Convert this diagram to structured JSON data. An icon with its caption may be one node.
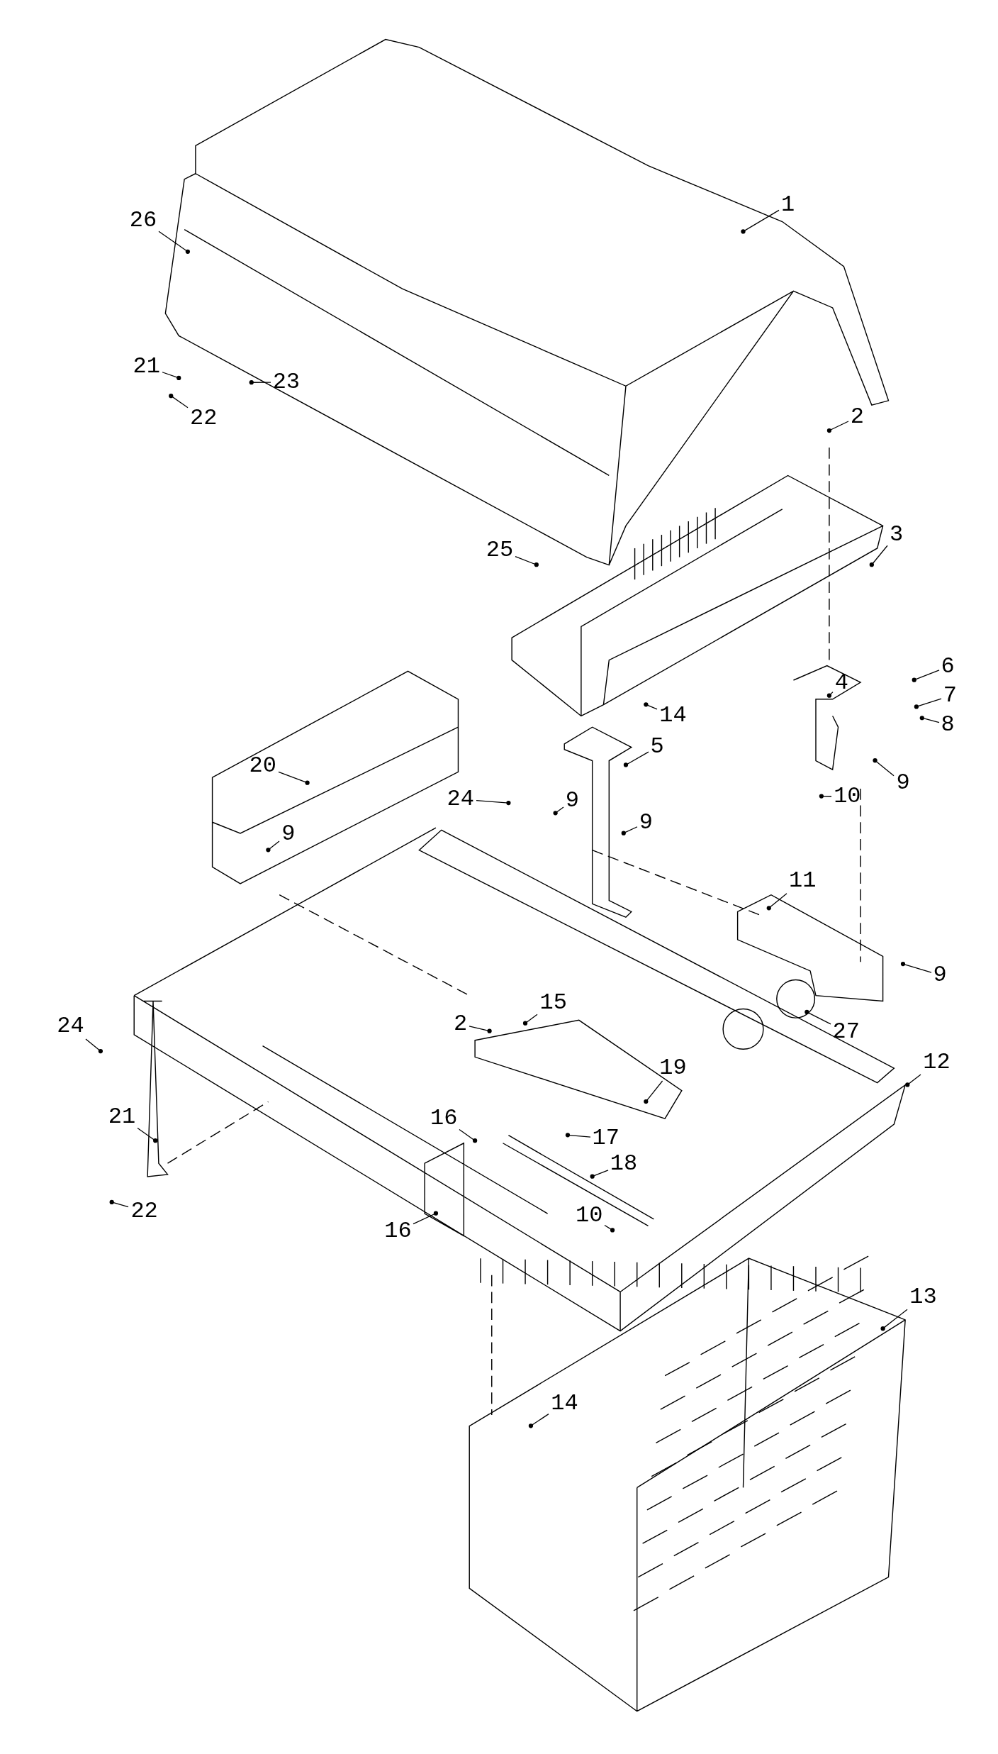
{
  "diagram": {
    "nodes": [
      {
        "text": [
          "1"
        ]
      },
      {
        "text": [
          "26"
        ]
      },
      {
        "text": [
          "21"
        ]
      },
      {
        "text": [
          "23"
        ]
      },
      {
        "text": [
          "22"
        ]
      },
      {
        "text": [
          "2"
        ]
      },
      {
        "text": [
          "25"
        ]
      },
      {
        "text": [
          "3"
        ]
      },
      {
        "text": [
          "14"
        ]
      },
      {
        "text": [
          "4"
        ]
      },
      {
        "text": [
          "6"
        ]
      },
      {
        "text": [
          "7"
        ]
      },
      {
        "text": [
          "8"
        ]
      },
      {
        "text": [
          "9"
        ]
      },
      {
        "text": [
          "10"
        ]
      },
      {
        "text": [
          "20"
        ]
      },
      {
        "text": [
          "5"
        ]
      },
      {
        "text": [
          "24"
        ]
      },
      {
        "text": [
          "9"
        ]
      },
      {
        "text": [
          "9"
        ]
      },
      {
        "text": [
          "9"
        ]
      },
      {
        "text": [
          "11"
        ]
      },
      {
        "text": [
          "9"
        ]
      },
      {
        "text": [
          "24"
        ]
      },
      {
        "text": [
          "2"
        ]
      },
      {
        "text": [
          "15"
        ]
      },
      {
        "text": [
          "27"
        ]
      },
      {
        "text": [
          "12"
        ]
      },
      {
        "text": [
          "19"
        ]
      },
      {
        "text": [
          "21"
        ]
      },
      {
        "text": [
          "16"
        ]
      },
      {
        "text": [
          "17"
        ]
      },
      {
        "text": [
          "18"
        ]
      },
      {
        "text": [
          "16"
        ]
      },
      {
        "text": [
          "10"
        ]
      },
      {
        "text": [
          "22"
        ]
      },
      {
        "text": [
          "13"
        ]
      },
      {
        "text": [
          "14"
        ]
      }
    ],
    "edges": [
      {
        "from": 0,
        "to": null,
        "arrow": "other"
      },
      {
        "from": 1,
        "to": null,
        "arrow": "other"
      },
      {
        "from": 2,
        "to": null,
        "arrow": "other"
      },
      {
        "from": 3,
        "to": null,
        "arrow": "other"
      },
      {
        "from": 4,
        "to": null,
        "arrow": "other"
      },
      {
        "from": 5,
        "to": null,
        "arrow": "other"
      },
      {
        "from": 6,
        "to": null,
        "arrow": "other"
      },
      {
        "from": 7,
        "to": null,
        "arrow": "other"
      },
      {
        "from": 8,
        "to": null,
        "arrow": "other"
      },
      {
        "from": 9,
        "to": null,
        "arrow": "other"
      },
      {
        "from": 10,
        "to": null,
        "arrow": "other"
      },
      {
        "from": 11,
        "to": null,
        "arrow": "other"
      },
      {
        "from": 12,
        "to": null,
        "arrow": "other"
      },
      {
        "from": 13,
        "to": null,
        "arrow": "other"
      },
      {
        "from": 14,
        "to": null,
        "arrow": "other"
      },
      {
        "from": 15,
        "to": null,
        "arrow": "other"
      },
      {
        "from": 16,
        "to": null,
        "arrow": "other"
      },
      {
        "from": 17,
        "to": null,
        "arrow": "other"
      },
      {
        "from": 18,
        "to": null,
        "arrow": "other"
      },
      {
        "from": 19,
        "to": null,
        "arrow": "other"
      },
      {
        "from": 20,
        "to": null,
        "arrow": "other"
      },
      {
        "from": 21,
        "to": null,
        "arrow": "other"
      },
      {
        "from": 22,
        "to": null,
        "arrow": "other"
      },
      {
        "from": 23,
        "to": null,
        "arrow": "other"
      },
      {
        "from": 24,
        "to": null,
        "arrow": "other"
      },
      {
        "from": 25,
        "to": null,
        "arrow": "other"
      },
      {
        "from": 26,
        "to": null,
        "arrow": "other"
      },
      {
        "from": 27,
        "to": null,
        "arrow": "other"
      },
      {
        "from": 28,
        "to": null,
        "arrow": "other"
      },
      {
        "from": 29,
        "to": null,
        "arrow": "other"
      },
      {
        "from": 30,
        "to": null,
        "arrow": "other"
      },
      {
        "from": 31,
        "to": null,
        "arrow": "other"
      },
      {
        "from": 32,
        "to": null,
        "arrow": "other"
      },
      {
        "from": 33,
        "to": null,
        "arrow": "other"
      },
      {
        "from": 34,
        "to": null,
        "arrow": "other"
      },
      {
        "from": 35,
        "to": null,
        "arrow": "other"
      },
      {
        "from": 36,
        "to": null,
        "arrow": "other"
      },
      {
        "from": 37,
        "to": null,
        "arrow": "other"
      }
    ]
  }
}
